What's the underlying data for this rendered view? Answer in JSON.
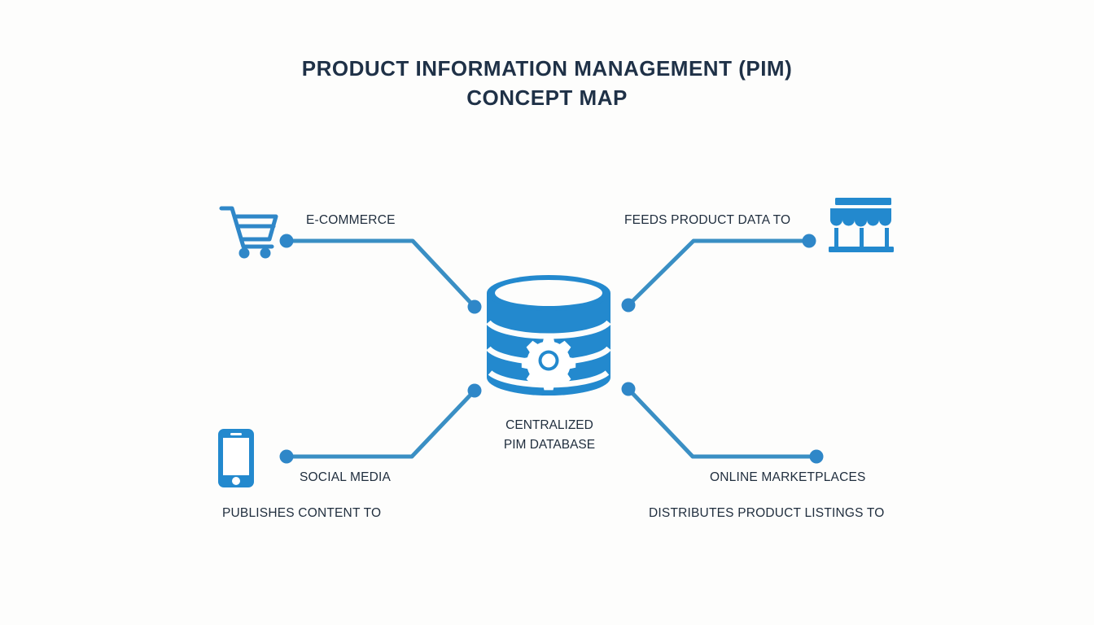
{
  "title": {
    "line1": "PRODUCT INFORMATION MANAGEMENT (PIM)",
    "line2": "CONCEPT MAP"
  },
  "colors": {
    "background": "#fdfdfc",
    "title_text": "#1f3147",
    "label_text": "#1f2d3d",
    "icon_blue": "#2389ce",
    "connector_blue": "#3a8fc4",
    "node_dot": "#2f87c8"
  },
  "center_node": {
    "icon": "database-gear-icon",
    "label_line1": "CENTRALIZED",
    "label_line2": "PIM DATABASE"
  },
  "nodes": [
    {
      "id": "ecommerce",
      "icon": "shopping-cart-icon",
      "label": "E-COMMERCE",
      "position": "top-left"
    },
    {
      "id": "social-media",
      "icon": "mobile-phone-icon",
      "label": "SOCIAL MEDIA",
      "position": "bottom-left"
    },
    {
      "id": "storefront",
      "icon": "storefront-icon",
      "label": "",
      "position": "top-right"
    },
    {
      "id": "online-marketplaces",
      "icon": "",
      "label": "ONLINE MARKETPLACES",
      "position": "bottom-right"
    }
  ],
  "relationships": [
    {
      "id": "feeds",
      "label": "FEEDS PRODUCT DATA TO",
      "from": "centralized-pim-database",
      "to": "storefront"
    },
    {
      "id": "publishes",
      "label": "PUBLISHES CONTENT TO",
      "from": "social-media",
      "to": "centralized-pim-database"
    },
    {
      "id": "distributes",
      "label": "DISTRIBUTES PRODUCT LISTINGS TO",
      "from": "centralized-pim-database",
      "to": "online-marketplaces"
    }
  ]
}
